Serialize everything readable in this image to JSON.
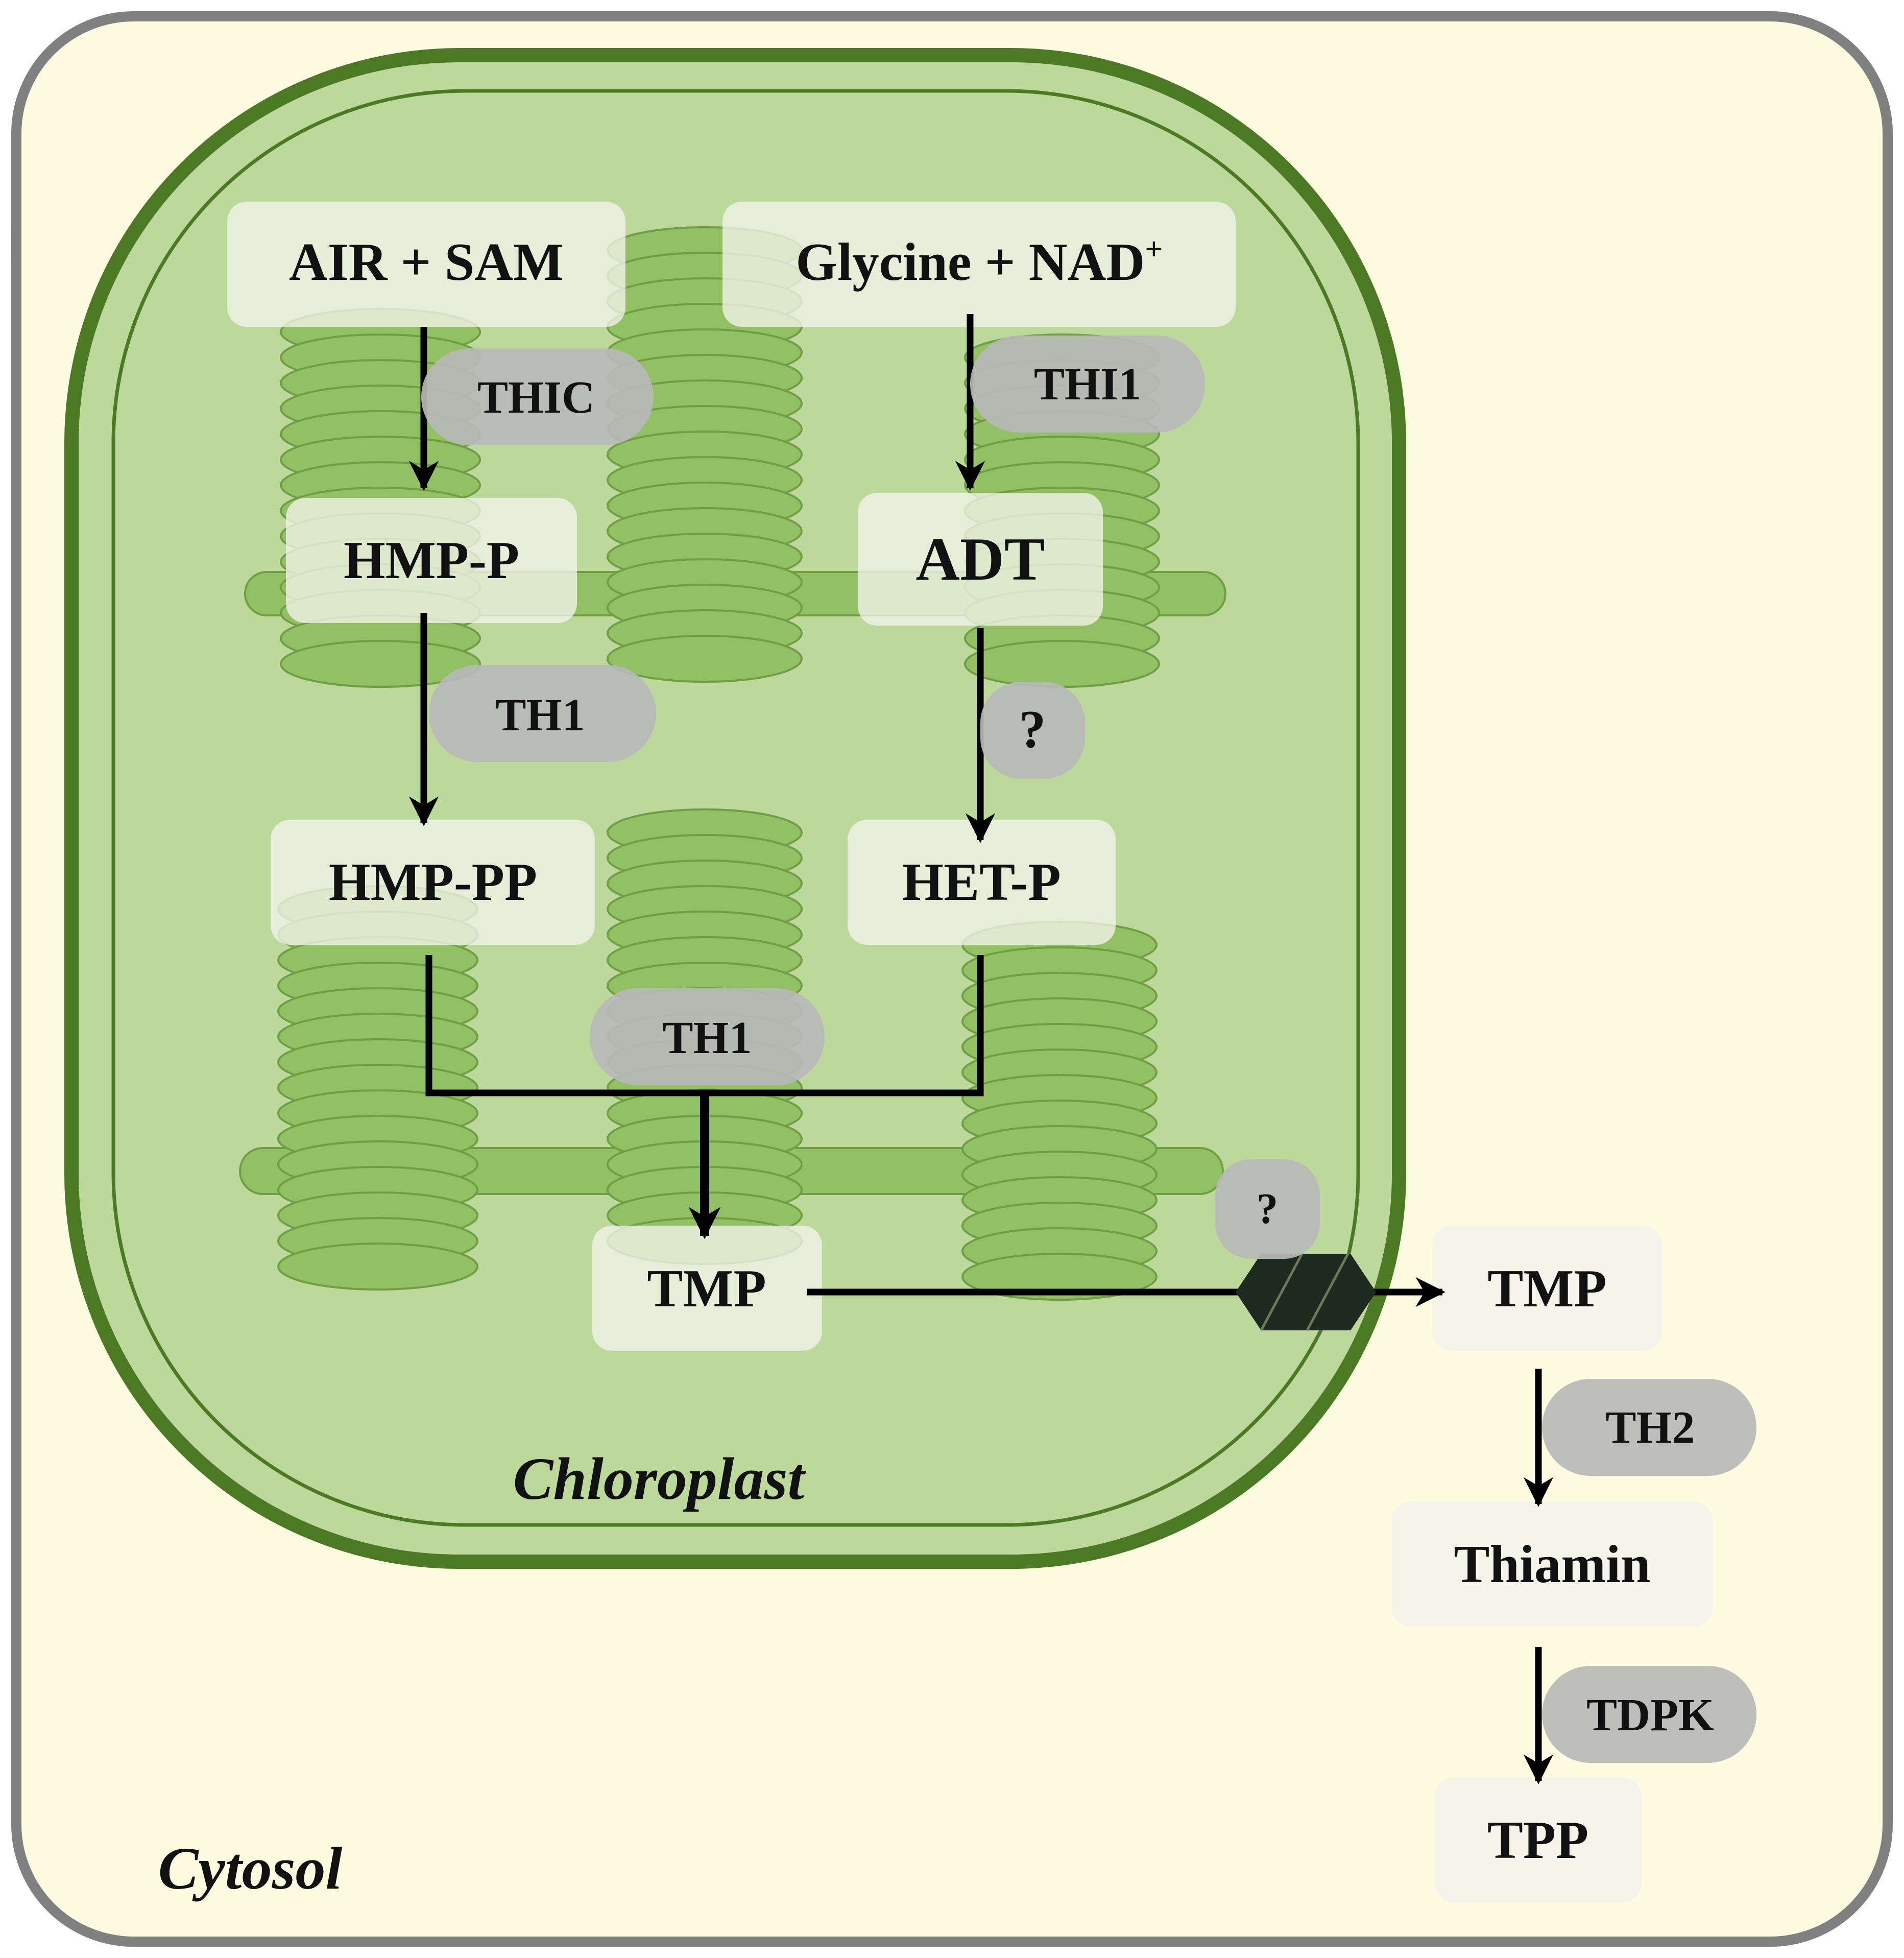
{
  "compartments": {
    "cytosol": "Cytosol",
    "chloroplast": "Chloroplast"
  },
  "metabolites": {
    "air_sam": "AIR + SAM",
    "glycine_nad": "Glycine + NAD",
    "glycine_nad_sup": "+",
    "hmp_p": "HMP-P",
    "adt": "ADT",
    "hmp_pp": "HMP-PP",
    "het_p": "HET-P",
    "tmp_plastid": "TMP",
    "tmp_cytosol": "TMP",
    "thiamin": "Thiamin",
    "tpp": "TPP"
  },
  "enzymes": {
    "thic": "THIC",
    "thi1": "THI1",
    "th1_a": "TH1",
    "unknown_a": "?",
    "th1_b": "TH1",
    "unknown_transporter": "?",
    "th2": "TH2",
    "tdpk": "TDPK"
  },
  "colors": {
    "cytosol_fill": "#fdfce0",
    "cytosol_border": "#808080",
    "chloroplast_fill": "#bcd99b",
    "chloroplast_border": "#4c7a24",
    "thylakoid": "#93c062",
    "thylakoid_stroke": "#6f9e45",
    "metabolite_box": "#f2f4ea",
    "enzyme_box": "#b9b9b9",
    "transporter": "#1e2a1e",
    "arrow": "#000000"
  }
}
